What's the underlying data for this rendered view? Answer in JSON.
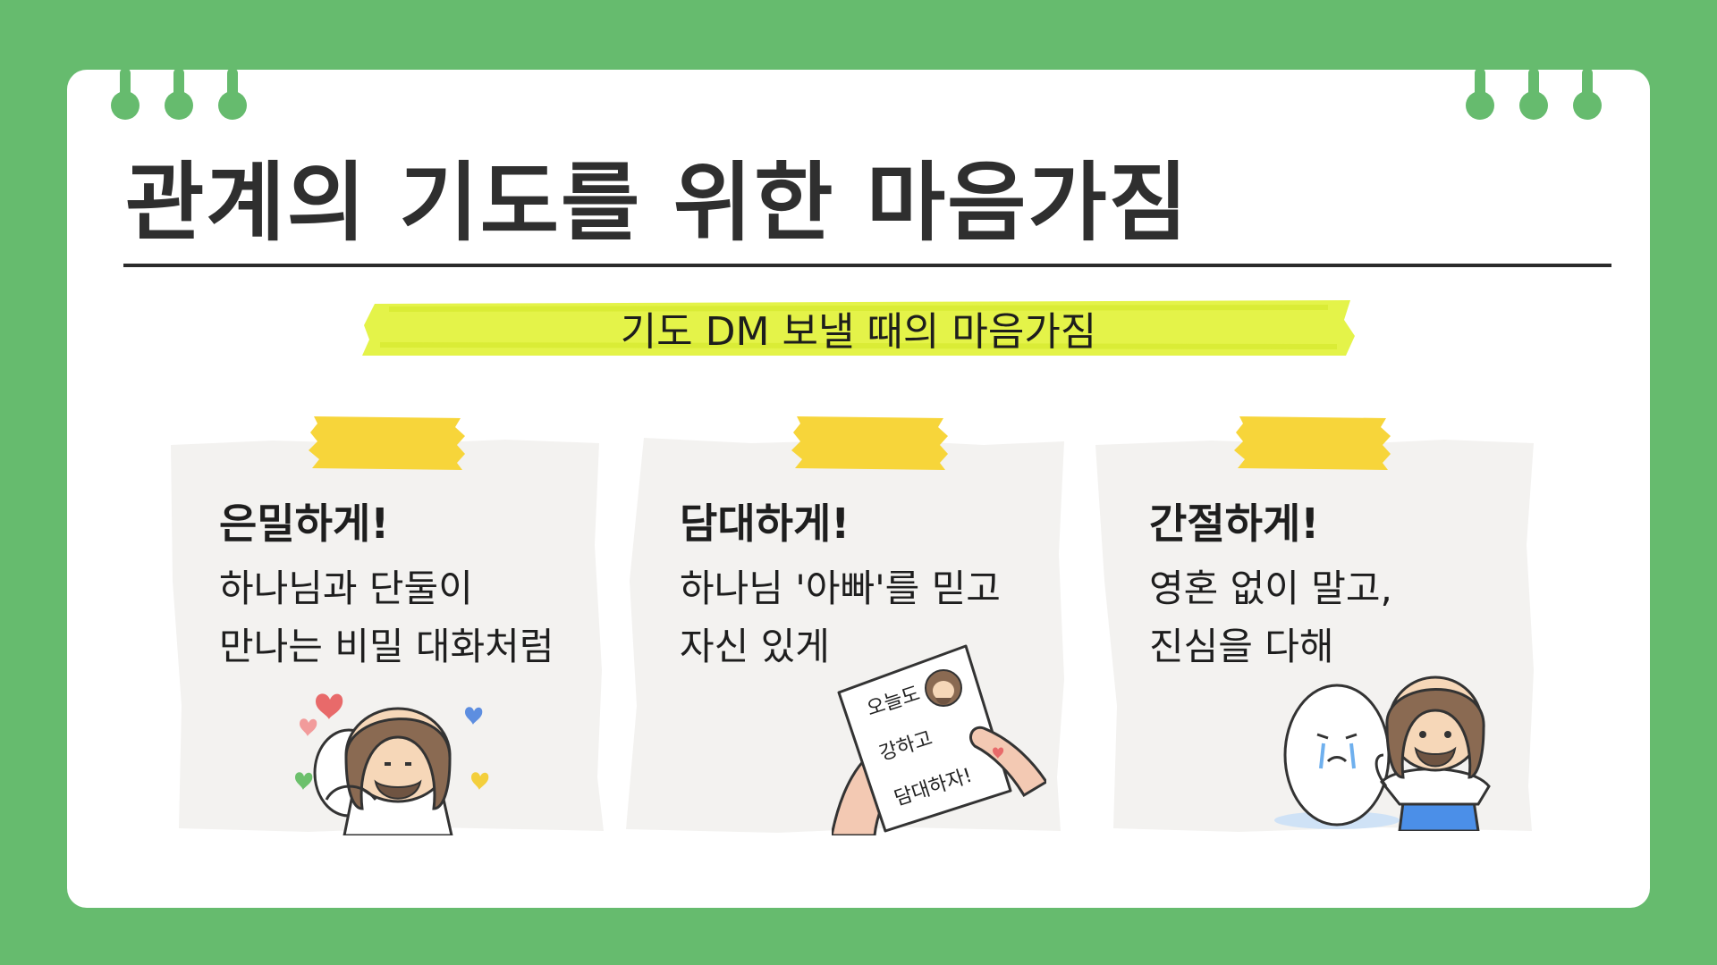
{
  "title": "관계의 기도를 위한 마음가짐",
  "subtitle": "기도 DM 보낼 때의 마음가짐",
  "colors": {
    "background": "#66bb6e",
    "card": "#ffffff",
    "highlight": "#e2f23a",
    "tape": "#f7d53a",
    "paper": "#f3f2f0"
  },
  "notes": [
    {
      "heading": "은밀하게!",
      "lines": [
        "하나님과 단둘이",
        "만나는 비밀 대화처럼"
      ],
      "icon": "hugging-character-with-hearts-icon"
    },
    {
      "heading": "담대하게!",
      "lines": [
        "하나님 '아빠'를 믿고",
        "자신 있게"
      ],
      "icon": "hands-holding-letter-icon",
      "letter_lines": [
        "오늘도",
        "강하고",
        "담대하자!"
      ]
    },
    {
      "heading": "간절하게!",
      "lines": [
        "영혼 없이 말고,",
        "진심을 다해"
      ],
      "icon": "crying-character-comforted-icon"
    }
  ]
}
